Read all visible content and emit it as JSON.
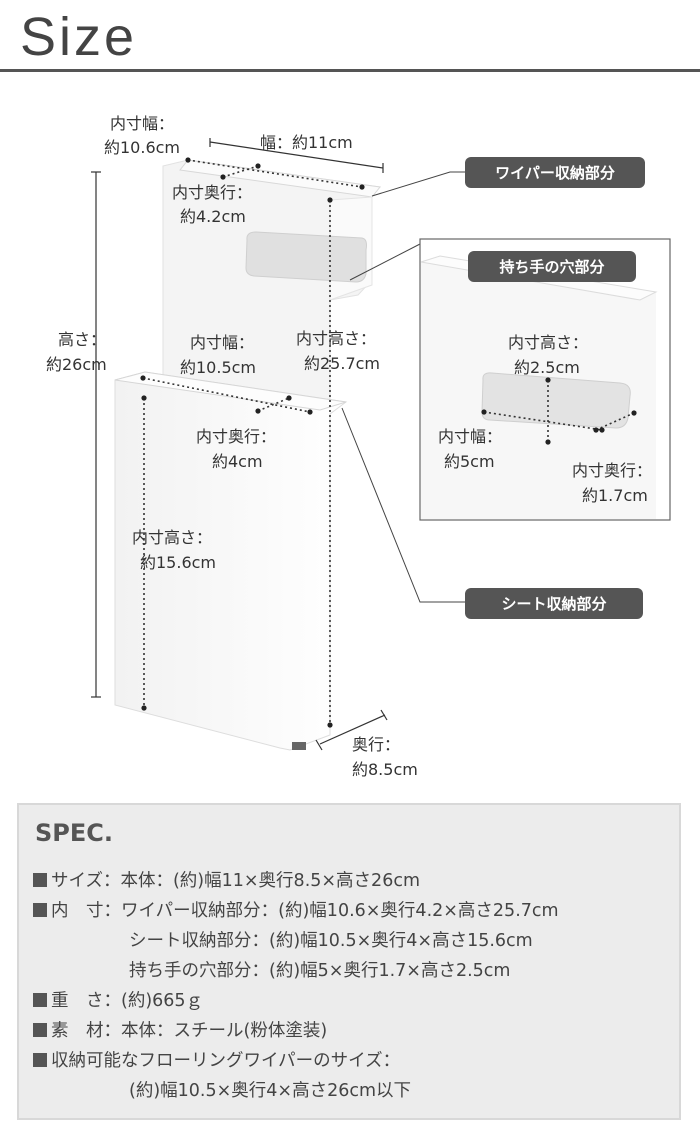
{
  "header": {
    "title": "Size"
  },
  "labels": {
    "outer_width": "幅：約11cm",
    "inner_width_top_1": "内寸幅：",
    "inner_width_top_2": "約10.6cm",
    "inner_depth_top_1": "内寸奥行：",
    "inner_depth_top_2": "約4.2cm",
    "height_1": "高さ：",
    "height_2": "約26cm",
    "inner_height_top_1": "内寸高さ：",
    "inner_height_top_2": "約25.7cm",
    "inner_width_low_1": "内寸幅：",
    "inner_width_low_2": "約10.5cm",
    "inner_depth_low_1": "内寸奥行：",
    "inner_depth_low_2": "約4cm",
    "inner_height_low_1": "内寸高さ：",
    "inner_height_low_2": "約15.6cm",
    "depth_1": "奥行：",
    "depth_2": "約8.5cm"
  },
  "callouts": {
    "wiper": "ワイパー収納部分",
    "handle": "持ち手の穴部分",
    "sheet": "シート収納部分"
  },
  "inset": {
    "height_1": "内寸高さ：",
    "height_2": "約2.5cm",
    "width_1": "内寸幅：",
    "width_2": "約5cm",
    "depth_1": "内寸奥行：",
    "depth_2": "約1.7cm"
  },
  "spec": {
    "title": "SPEC.",
    "lines": [
      "サイズ：本体：(約)幅11×奥行8.5×高さ26cm",
      "内　寸：ワイパー収納部分：(約)幅10.6×奥行4.2×高さ25.7cm",
      "シート収納部分：(約)幅10.5×奥行4×高さ15.6cm",
      "持ち手の穴部分：(約)幅5×奥行1.7×高さ2.5cm",
      "重　さ：(約)665ｇ",
      "素　材：本体：スチール(粉体塗装)",
      "収納可能なフローリングワイパーのサイズ：",
      "(約)幅10.5×奥行4×高さ26cm以下"
    ]
  },
  "colors": {
    "pill": "#555555",
    "rule": "#555555",
    "spec_bg": "#ececec"
  }
}
